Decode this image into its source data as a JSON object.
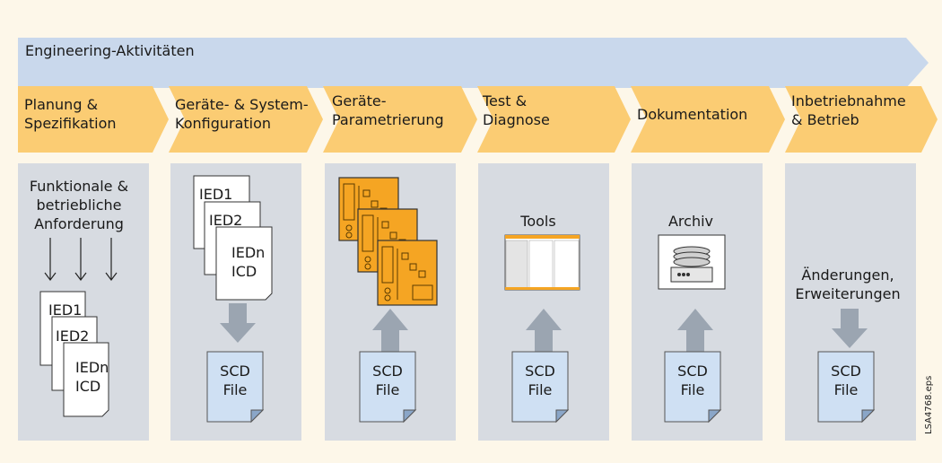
{
  "colors": {
    "background": "#fdf7e9",
    "banner": "#c9d8ec",
    "chevron": "#fbcc73",
    "panel": "#d7dbe1",
    "doc_blue": "#cfe0f3",
    "arrow": "#9ba5b1",
    "device": "#f5a523"
  },
  "banner": {
    "label": "Engineering-Aktivitäten"
  },
  "phases": [
    {
      "line1": "Planung &",
      "line2": "Spezifikation"
    },
    {
      "line1": "Geräte- & System-",
      "line2": "Konfiguration"
    },
    {
      "line1": "Geräte-",
      "line2": "Parametrierung"
    },
    {
      "line1": "Test &",
      "line2": "Diagnose"
    },
    {
      "line1": "Dokumentation",
      "line2": ""
    },
    {
      "line1": "Inbetriebnahme",
      "line2": "& Betrieb"
    }
  ],
  "panel1": {
    "req_line1": "Funktionale &",
    "req_line2": "betriebliche",
    "req_line3": "Anforderung",
    "doc1": "IED1",
    "doc2": "IED2",
    "doc3_line1": "IEDn",
    "doc3_line2": "ICD"
  },
  "panel2": {
    "doc1": "IED1",
    "doc2": "IED2",
    "doc3_line1": "IEDn",
    "doc3_line2": "ICD"
  },
  "panel4": {
    "caption": "Tools"
  },
  "panel5": {
    "caption": "Archiv"
  },
  "panel6": {
    "caption_line1": "Änderungen,",
    "caption_line2": "Erweiterungen"
  },
  "scd": {
    "line1": "SCD",
    "line2": "File"
  },
  "side_label": "LSA4768.eps"
}
